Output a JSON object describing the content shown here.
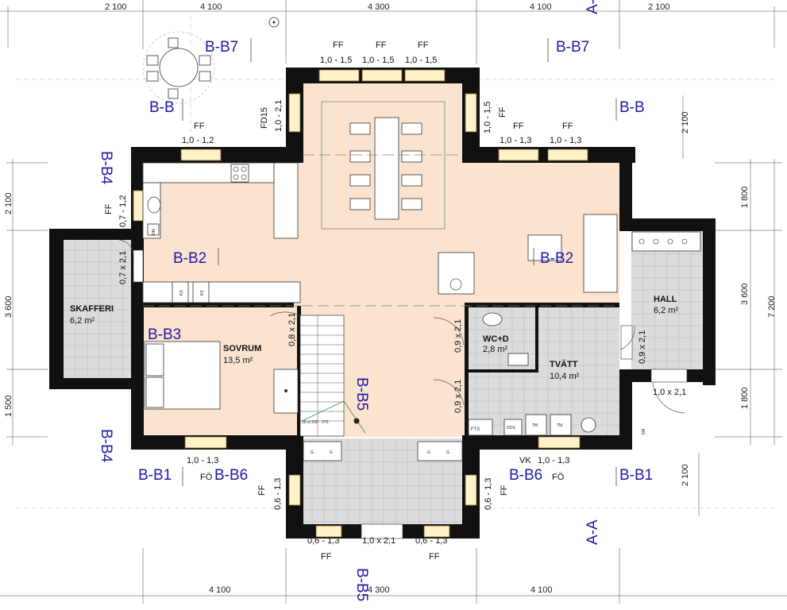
{
  "dimensions": {
    "top": [
      "2 100",
      "4 100",
      "4 300",
      "4 100",
      "2 100"
    ],
    "bottom": [
      "4 100",
      "4 300",
      "4 100"
    ],
    "left": [
      "2 100",
      "3 600",
      "1 500"
    ],
    "right": [
      "1 800",
      "3 600",
      "1 800"
    ],
    "right_total": "7 200",
    "right_porch": "2 100",
    "right_upper": "2 100"
  },
  "section_marks": {
    "a_a_top": "A-A",
    "a_a_bottom": "A-A",
    "b_b7_left": "B-B7",
    "b_b7_right": "B-B7",
    "b_b_left": "B-B",
    "b_b_right": "B-B",
    "b_b4_top": "B-B4",
    "b_b4_bottom": "B-B4",
    "b_b2_left": "B-B2",
    "b_b2_right": "B-B2",
    "b_b3": "B-B3",
    "b_b5_mid": "B-B5",
    "b_b5_bottom": "B-B5",
    "b_b1_left": "B-B1",
    "b_b1_right": "B-B1",
    "b_b6_left": "B-B6",
    "b_b6_right": "B-B6"
  },
  "rooms": {
    "skafferi": {
      "name": "SKAFFERI",
      "area": "6,2 m²"
    },
    "sovrum": {
      "name": "SOVRUM",
      "area": "13,5 m²"
    },
    "wc": {
      "name": "WC+D",
      "area": "2,8 m²"
    },
    "tvatt": {
      "name": "TVÄTT",
      "area": "10,4 m²"
    },
    "hall": {
      "name": "HALL",
      "area": "6,2 m²"
    }
  },
  "windows": {
    "ff_top_1": "FF",
    "ff_top_2": "FF",
    "ff_top_3": "FF",
    "ff_top_1_size": "1,0 - 1,5",
    "ff_top_2_size": "1,0 - 1,5",
    "ff_top_3_size": "1,0 - 1,5",
    "ff_left_top": "FF",
    "ff_left_top_size": "1,0 - 1,2",
    "fd15": "FD15",
    "fd15_size": "1,0 - 2,1",
    "ff_right_vert": "FF",
    "ff_right_vert_size": "1,0 - 1,5",
    "ff_right_1": "FF",
    "ff_right_2": "FF",
    "ff_right_1_size": "1,0 - 1,3",
    "ff_right_2_size": "1,0 - 1,3",
    "ff_left_vert": "FF",
    "ff_left_vert_size": "0,7 - 1,2",
    "skafferi_door": "0,7 x 2,1",
    "sovrum_door": "0,8 x 2,1",
    "door_mid_1": "0,9 x 2,1",
    "door_mid_2": "0,9 x 2,1",
    "hall_door": "0,9 x 2,1",
    "hall_ext_door": "1,0 x 2,1",
    "sovrum_window": "1,0 - 1,3",
    "fo_left": "FÖ",
    "fo_right": "FÖ",
    "vk": "VK",
    "tvatt_window": "1,0 - 1,3",
    "porch_left_vert": "FF",
    "porch_left_vert_size": "0,6 - 1,3",
    "porch_right_vert": "FF",
    "porch_right_vert_size": "0,6 - 1,3",
    "porch_bottom_1": "0,6 - 1,3",
    "porch_bottom_2": "0,6 - 1,3",
    "porch_door": "1,0 x 2,1",
    "porch_ff_1": "FF",
    "porch_ff_2": "FF"
  },
  "fixtures": {
    "ks1": "KS",
    "ks2": "KS",
    "dm": "DM",
    "ftx": "FTX",
    "tm1": "TM",
    "tm2": "TM",
    "gds": "GDS",
    "ms": "MS",
    "g1": "G",
    "g2": "G",
    "g3": "G",
    "g4": "G",
    "stair_note": "16 st 200 - 270"
  }
}
